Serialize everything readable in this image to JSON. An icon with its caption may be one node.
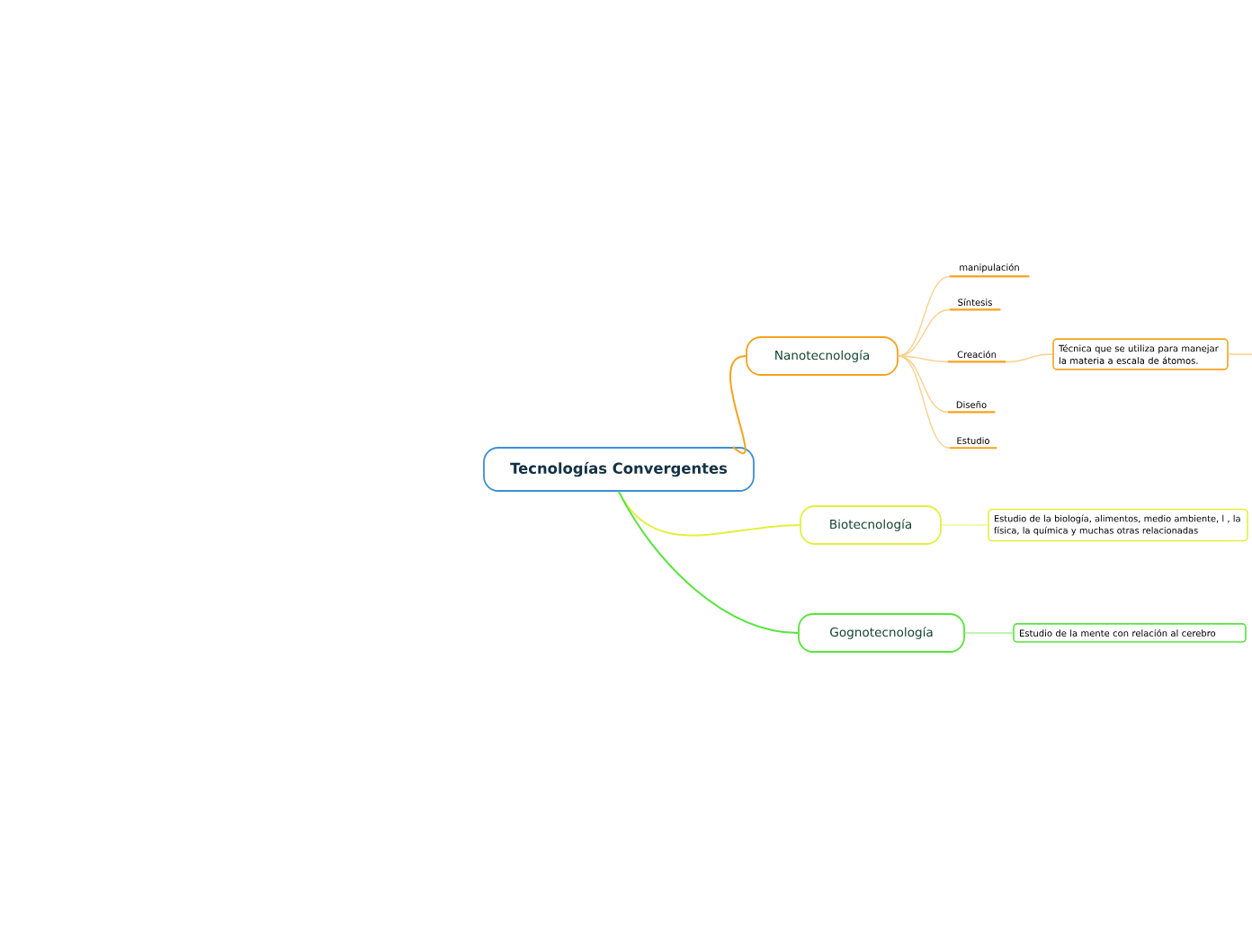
{
  "diagram": {
    "nodes": [
      {
        "text": [
          "Tecnologías Convergentes"
        ]
      },
      {
        "text": [
          "Nanotecnología"
        ]
      },
      {
        "text": [
          "manipulación"
        ]
      },
      {
        "text": [
          "Síntesis"
        ]
      },
      {
        "text": [
          "Creación"
        ]
      },
      {
        "text": [
          "Diseño"
        ]
      },
      {
        "text": [
          "Estudio"
        ]
      },
      {
        "text": [
          "Técnica que se utiliza para manejar la materia a escala de átomos."
        ]
      },
      {
        "text": [
          "Biotecnología"
        ]
      },
      {
        "text": [
          "Estudio de la biología, alimentos, medio ambiente, l , la física, la química y muchas otras relacionadas"
        ]
      },
      {
        "text": [
          "Gognotecnología"
        ]
      },
      {
        "text": [
          "Estudio de la mente con relación al cerebro"
        ]
      }
    ],
    "edges": [
      {
        "from": 0,
        "to": 1,
        "arrow": "none",
        "color": "#f7a21b"
      },
      {
        "from": 0,
        "to": 8,
        "arrow": "none",
        "color": "#e3f03c"
      },
      {
        "from": 0,
        "to": 10,
        "arrow": "none",
        "color": "#55e63a"
      },
      {
        "from": 1,
        "to": 2,
        "arrow": "none",
        "color": "#fbd08a"
      },
      {
        "from": 1,
        "to": 3,
        "arrow": "none",
        "color": "#fbd08a"
      },
      {
        "from": 1,
        "to": 4,
        "arrow": "none",
        "color": "#fbd08a"
      },
      {
        "from": 1,
        "to": 5,
        "arrow": "none",
        "color": "#fbd08a"
      },
      {
        "from": 1,
        "to": 6,
        "arrow": "none",
        "color": "#fbd08a"
      },
      {
        "from": 4,
        "to": 7,
        "arrow": "none",
        "color": "#fbd08a"
      },
      {
        "from": 7,
        "to": null,
        "arrow": "none",
        "color": "#fbd08a"
      },
      {
        "from": 8,
        "to": 9,
        "arrow": "none",
        "color": "#f1f79a"
      },
      {
        "from": 10,
        "to": 11,
        "arrow": "none",
        "color": "#a9f29a"
      }
    ]
  }
}
